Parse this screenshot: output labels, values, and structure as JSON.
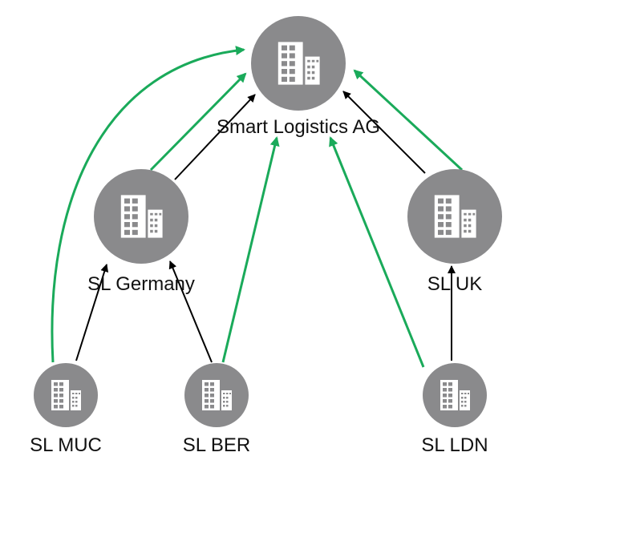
{
  "colors": {
    "node_fill": "#8a8a8c",
    "icon": "#ffffff",
    "edge_black": "#000000",
    "edge_green": "#1aaa5a",
    "text": "#111111"
  },
  "nodes": {
    "root": {
      "label": "Smart Logistics AG",
      "icon": "building-icon"
    },
    "germany": {
      "label": "SL Germany",
      "icon": "building-icon"
    },
    "uk": {
      "label": "SL UK",
      "icon": "building-icon"
    },
    "muc": {
      "label": "SL MUC",
      "icon": "building-icon"
    },
    "ber": {
      "label": "SL BER",
      "icon": "building-icon"
    },
    "ldn": {
      "label": "SL LDN",
      "icon": "building-icon"
    }
  },
  "edges": [
    {
      "from": "germany",
      "to": "root",
      "type": "black"
    },
    {
      "from": "uk",
      "to": "root",
      "type": "black"
    },
    {
      "from": "muc",
      "to": "germany",
      "type": "black"
    },
    {
      "from": "ber",
      "to": "germany",
      "type": "black"
    },
    {
      "from": "ldn",
      "to": "uk",
      "type": "black"
    },
    {
      "from": "muc",
      "to": "root",
      "type": "green"
    },
    {
      "from": "germany",
      "to": "root",
      "type": "green"
    },
    {
      "from": "ber",
      "to": "root",
      "type": "green"
    },
    {
      "from": "ldn",
      "to": "root",
      "type": "green"
    },
    {
      "from": "uk",
      "to": "root",
      "type": "green"
    }
  ]
}
